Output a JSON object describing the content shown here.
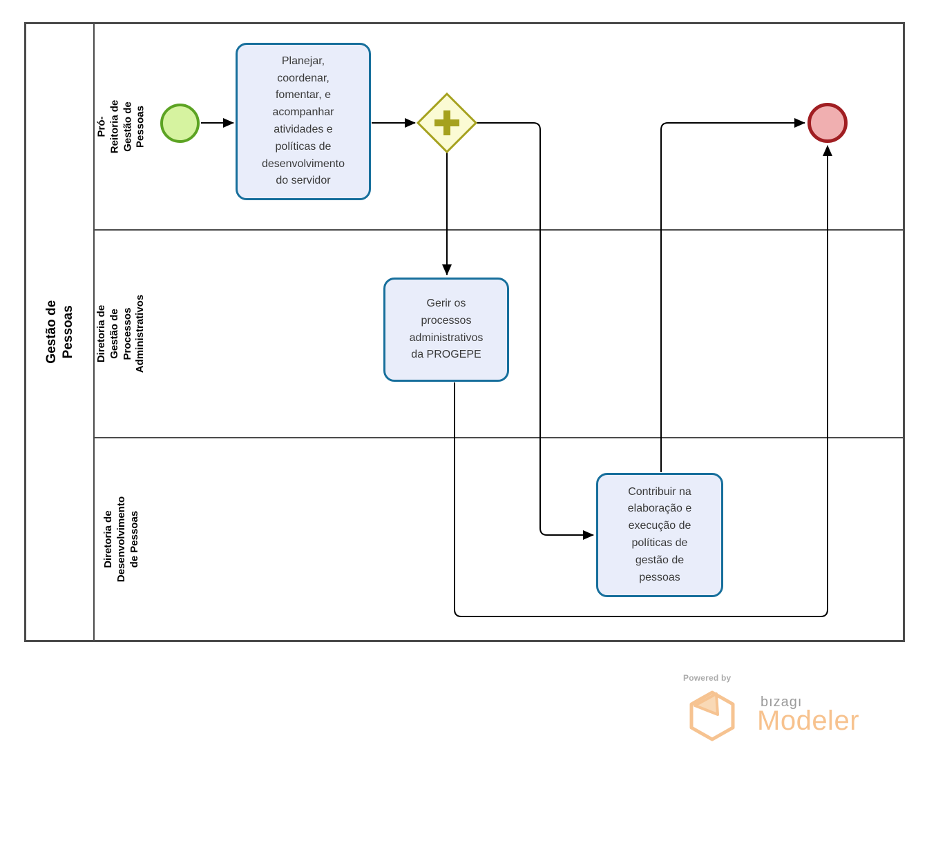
{
  "pool": {
    "label": "Gestão de Pessoas",
    "lanes": [
      {
        "label": "Pró-Reitoria de Gestão de\nPessoas"
      },
      {
        "label": "Diretoria de Gestão de\nProcessos Administrativos"
      },
      {
        "label": "Diretoria de Desenvolvimento\nde Pessoas"
      }
    ]
  },
  "nodes": {
    "start_event": {
      "type": "start-event"
    },
    "task_planejar": {
      "label": "Planejar,\ncoordenar,\nfomentar, e\nacompanhar\natividades e\npolíticas de\ndesenvolvimento\ndo servidor"
    },
    "gateway_parallel": {
      "type": "parallel-gateway"
    },
    "task_gerir": {
      "label": "Gerir os\nprocessos\nadministrativos\nda PROGEPE"
    },
    "task_contribuir": {
      "label": "Contribuir na\nelaboração e\nexecução de\npolíticas de\ngestão de\npessoas"
    },
    "end_event": {
      "type": "end-event"
    }
  },
  "colors": {
    "task_fill": "#e9edfa",
    "task_border": "#176f9c",
    "start_fill": "#d6f3a0",
    "start_border": "#5ca323",
    "gateway_fill": "#fbfbd4",
    "gateway_border": "#a5a11e",
    "end_fill": "#f0afb0",
    "end_border": "#a01e22",
    "connector": "#000000",
    "pool_border": "#4a4a4a",
    "logo_orange": "#f7c28e",
    "logo_gray": "#9b9b9b"
  },
  "branding": {
    "powered_by": "Powered by",
    "brand": "bızagı",
    "product": "Modeler"
  }
}
